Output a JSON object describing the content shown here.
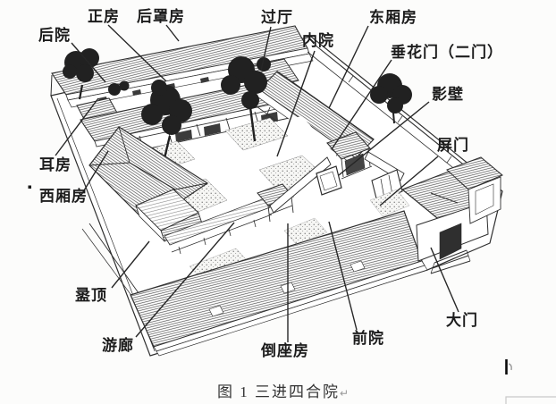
{
  "colors": {
    "background": "#fcfcfb",
    "ink": "#2e2e2e",
    "label_text": "#1c1c1c",
    "caption_text": "#333333",
    "table_border": "#c9c9c9"
  },
  "labels": [
    {
      "id": "back-courtyard",
      "text": "后院"
    },
    {
      "id": "main-house",
      "text": "正房"
    },
    {
      "id": "rear-cover-house",
      "text": "后罩房"
    },
    {
      "id": "passage-hall",
      "text": "过厅"
    },
    {
      "id": "east-wing",
      "text": "东厢房"
    },
    {
      "id": "inner-courtyard",
      "text": "内院"
    },
    {
      "id": "festooned-gate",
      "text": "垂花门（二门）"
    },
    {
      "id": "screen-wall",
      "text": "影壁"
    },
    {
      "id": "screen-door",
      "text": "屏门"
    },
    {
      "id": "ear-room",
      "text": "耳房"
    },
    {
      "id": "west-wing",
      "text": "西厢房"
    },
    {
      "id": "flat-top-roof",
      "text": "盝顶"
    },
    {
      "id": "veranda",
      "text": "游廊"
    },
    {
      "id": "reversed-seat-house",
      "text": "倒座房"
    },
    {
      "id": "front-courtyard",
      "text": "前院"
    },
    {
      "id": "main-gate",
      "text": "大门"
    }
  ],
  "caption": {
    "text": "图 1 三进四合院",
    "return_mark": "↵"
  }
}
